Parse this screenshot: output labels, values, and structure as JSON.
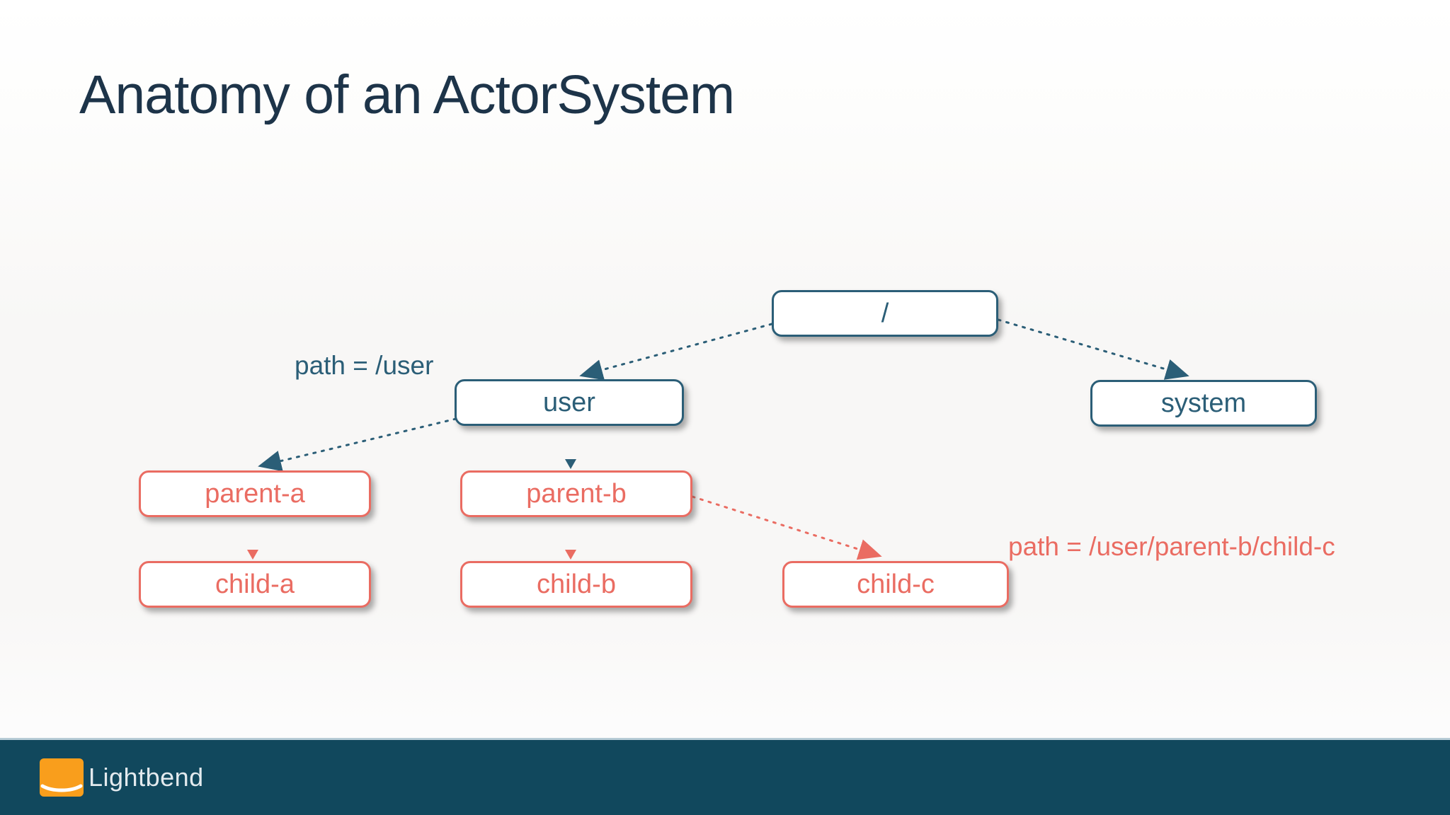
{
  "slide": {
    "title": "Anatomy of an ActorSystem"
  },
  "diagram": {
    "type": "tree",
    "colors": {
      "teal": "#2b5e77",
      "salmon": "#ea6c62"
    },
    "nodes": [
      {
        "id": "root",
        "label": "/",
        "color": "teal"
      },
      {
        "id": "user",
        "label": "user",
        "color": "teal"
      },
      {
        "id": "system",
        "label": "system",
        "color": "teal"
      },
      {
        "id": "parent-a",
        "label": "parent-a",
        "color": "salmon"
      },
      {
        "id": "parent-b",
        "label": "parent-b",
        "color": "salmon"
      },
      {
        "id": "child-a",
        "label": "child-a",
        "color": "salmon"
      },
      {
        "id": "child-b",
        "label": "child-b",
        "color": "salmon"
      },
      {
        "id": "child-c",
        "label": "child-c",
        "color": "salmon"
      }
    ],
    "edges": [
      {
        "from": "/",
        "to": "user",
        "style": "dashed-arrow",
        "color": "teal"
      },
      {
        "from": "/",
        "to": "system",
        "style": "dashed-arrow",
        "color": "teal"
      },
      {
        "from": "user",
        "to": "parent-a",
        "style": "dashed-arrow",
        "color": "teal"
      },
      {
        "from": "user",
        "to": "parent-b",
        "style": "arrowhead-only",
        "color": "teal"
      },
      {
        "from": "parent-a",
        "to": "child-a",
        "style": "arrowhead-only",
        "color": "salmon"
      },
      {
        "from": "parent-b",
        "to": "child-b",
        "style": "arrowhead-only",
        "color": "salmon"
      },
      {
        "from": "parent-b",
        "to": "child-c",
        "style": "dashed-arrow",
        "color": "salmon"
      }
    ],
    "annotations": [
      {
        "text": "path = /user",
        "color": "teal"
      },
      {
        "text": "path = /user/parent-b/child-c",
        "color": "salmon"
      }
    ]
  },
  "footer": {
    "brand": "Lightbend",
    "bg_color": "#11485d",
    "logo_color": "#f99e1c"
  }
}
